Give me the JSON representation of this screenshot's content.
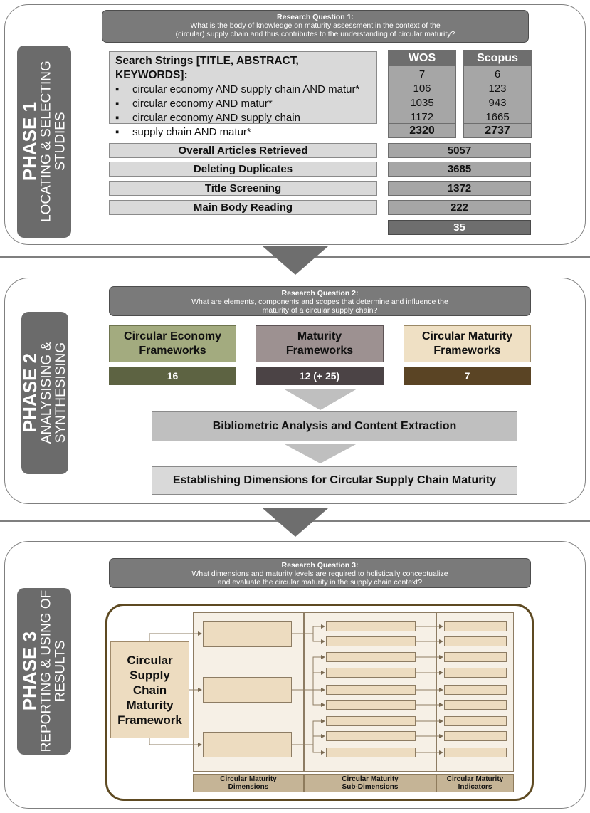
{
  "phase1": {
    "tab_title": "PHASE 1",
    "tab_line1": "LOCATING & SELECTING",
    "tab_line2": "STUDIES",
    "rq_title": "Research Question 1:",
    "rq_line1": "What is the body of knowledge on maturity assessment in the context of the",
    "rq_line2": "(circular) supply chain and thus contributes to the understanding of circular maturity?",
    "search_heading": "Search Strings [TITLE, ABSTRACT, KEYWORDS]:",
    "search_strings": [
      "circular economy AND supply chain AND matur*",
      "circular economy AND matur*",
      "circular economy AND supply chain",
      "supply chain AND matur*"
    ],
    "wos": {
      "label": "WOS",
      "values": [
        "7",
        "106",
        "1035",
        "1172"
      ],
      "total": "2320"
    },
    "scopus": {
      "label": "Scopus",
      "values": [
        "6",
        "123",
        "943",
        "1665"
      ],
      "total": "2737"
    },
    "steps": [
      {
        "label": "Overall Articles Retrieved",
        "value": "5057"
      },
      {
        "label": "Deleting Duplicates",
        "value": "3685"
      },
      {
        "label": "Title Screening",
        "value": "1372"
      },
      {
        "label": "Main Body Reading",
        "value": "222"
      }
    ],
    "final": "35"
  },
  "phase2": {
    "tab_title": "PHASE 2",
    "tab_line1": "ANALYSISING &",
    "tab_line2": "SYNTHESISING",
    "rq_title": "Research Question 2:",
    "rq_line1": "What are elements, components and scopes that determine and influence the",
    "rq_line2": "maturity of a circular supply chain?",
    "frameworks": [
      {
        "line1": "Circular Economy",
        "line2": "Frameworks",
        "count": "16",
        "color": "#a3ab7f",
        "count_color": "#5d6342"
      },
      {
        "line1": "Maturity",
        "line2": "Frameworks",
        "count": "12 (+ 25)",
        "color": "#9d9191",
        "count_color": "#4b4345"
      },
      {
        "line1": "Circular Maturity",
        "line2": "Frameworks",
        "count": "7",
        "color": "#efe0c4",
        "count_color": "#5a4424"
      }
    ],
    "analysis": "Bibliometric Analysis and Content Extraction",
    "establish": "Establishing Dimensions for Circular Supply Chain Maturity"
  },
  "phase3": {
    "tab_title": "PHASE 3",
    "tab_line1": "REPORTING & USING OF",
    "tab_line2": "RESULTS",
    "rq_title": "Research Question 3:",
    "rq_line1": "What dimensions and maturity levels are required to holistically conceptualize",
    "rq_line2": "and evaluate the circular maturity in the supply chain context?",
    "framework_lines": [
      "Circular",
      "Supply",
      "Chain",
      "Maturity",
      "Framework"
    ],
    "col_labels": [
      {
        "line1": "Circular Maturity",
        "line2": "Dimensions"
      },
      {
        "line1": "Circular Maturity",
        "line2": "Sub-Dimensions"
      },
      {
        "line1": "Circular Maturity",
        "line2": "Indicators"
      }
    ]
  }
}
